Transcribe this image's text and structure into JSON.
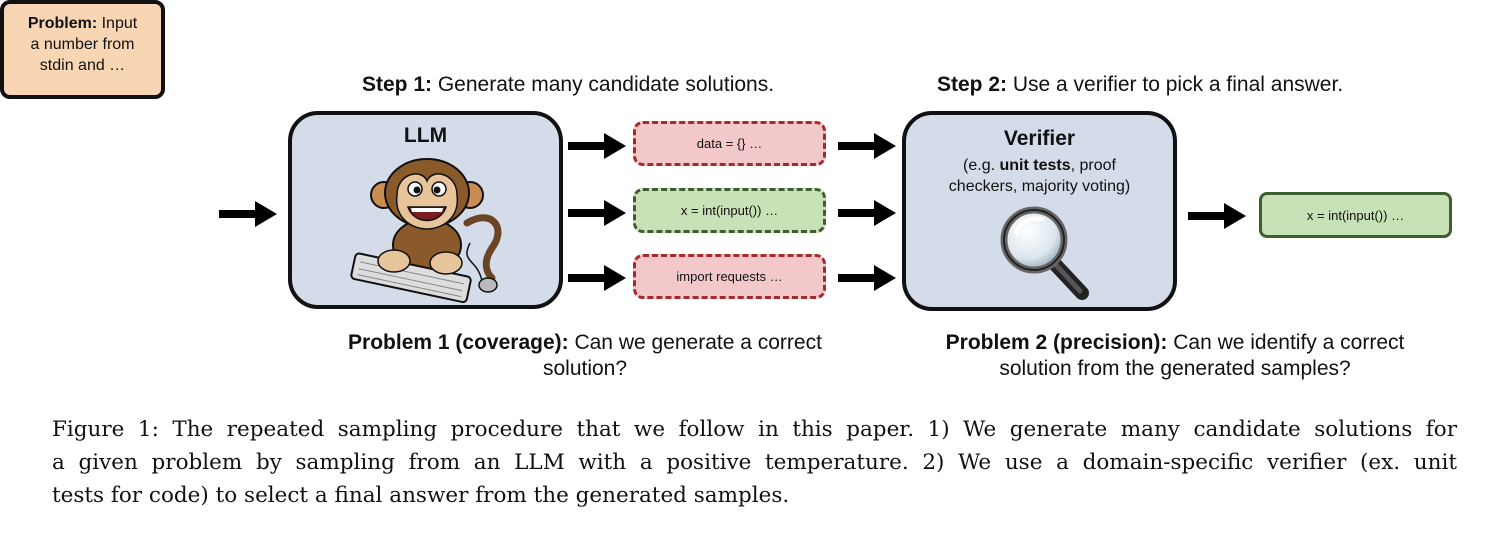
{
  "step1": {
    "bold": "Step 1:",
    "text": " Generate many candidate solutions."
  },
  "step2": {
    "bold": "Step 2:",
    "text": " Use a verifier to pick a final answer."
  },
  "problem_box": {
    "bold": "Problem:",
    "line1": " Input",
    "line2": "a number from",
    "line3": "stdin and …"
  },
  "llm": {
    "title": "LLM",
    "icon": "monkey-typing-icon"
  },
  "candidates": [
    {
      "text": "data = {} …",
      "status": "incorrect",
      "color": "#f3c8cb",
      "border": "#a52a2a"
    },
    {
      "text": "x = int(input()) …",
      "status": "correct",
      "color": "#c9e1b6",
      "border": "#3d5e30"
    },
    {
      "text": "import requests …",
      "status": "incorrect",
      "color": "#f3c8cb",
      "border": "#a52a2a"
    }
  ],
  "verifier": {
    "title": "Verifier",
    "line1_prefix": "(e.g. ",
    "line1_bold": "unit tests",
    "line1_suffix": ", proof",
    "line2": "checkers, majority voting)",
    "icon": "magnifying-glass-icon"
  },
  "final_answer": {
    "text": "x = int(input()) …"
  },
  "problem1": {
    "bold": "Problem 1 (coverage):",
    "text": " Can we generate a correct",
    "line2": "solution?"
  },
  "problem2": {
    "bold": "Problem 2 (precision):",
    "text": " Can we identify a correct",
    "line2": "solution from the generated samples?"
  },
  "caption": {
    "line1": "Figure 1: The repeated sampling procedure that we follow in this paper. 1) We generate many candidate solutions for",
    "line2": "a given problem by sampling from an LLM with a positive temperature. 2) We use a domain-specific verifier (ex. unit",
    "line3": "tests for code) to select a final answer from the generated samples."
  },
  "colors": {
    "problem_fill": "#f8d6b3",
    "model_fill": "#d4dcea",
    "arrow": "#000000"
  }
}
